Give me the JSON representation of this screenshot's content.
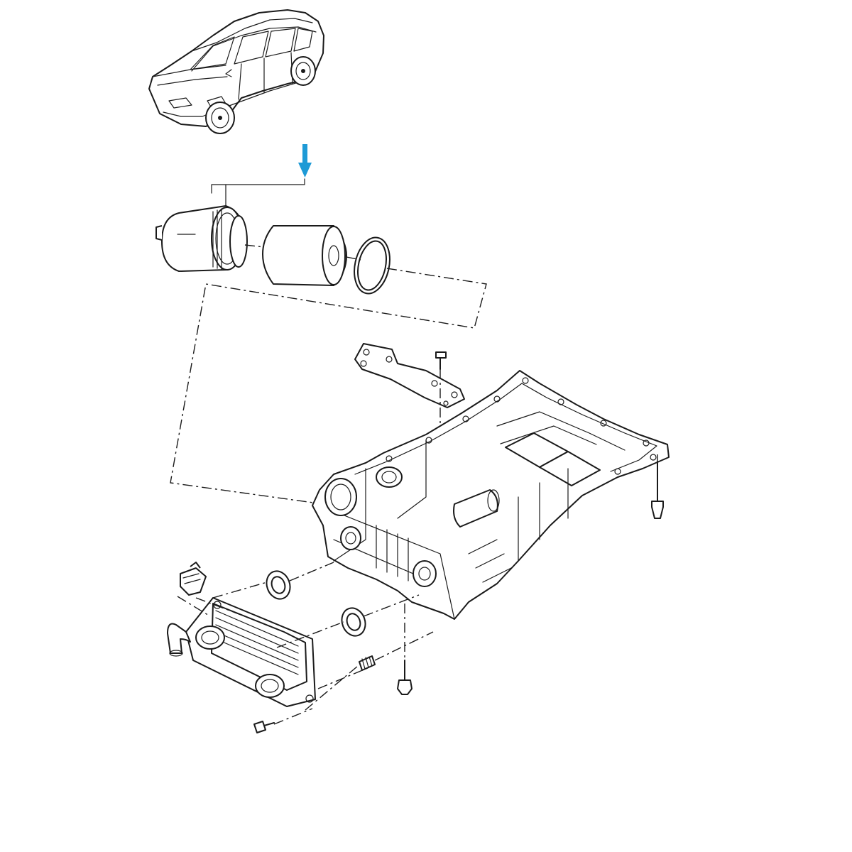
{
  "diagram": {
    "accent_color": "#1e9ad6",
    "line_color": "#1a1a1a",
    "background": "#ffffff",
    "parts": [
      "vehicle-illustration",
      "oil-filter-housing",
      "oil-filter-element",
      "o-ring-seal",
      "mounting-bracket",
      "bracket-bolt",
      "oil-pan",
      "oil-pan-bolt",
      "oil-cooler",
      "cooler-hose-clip",
      "cooler-seal-upper",
      "cooler-seal-lower",
      "spring-insert",
      "cooler-bolt",
      "lower-bolt"
    ]
  }
}
